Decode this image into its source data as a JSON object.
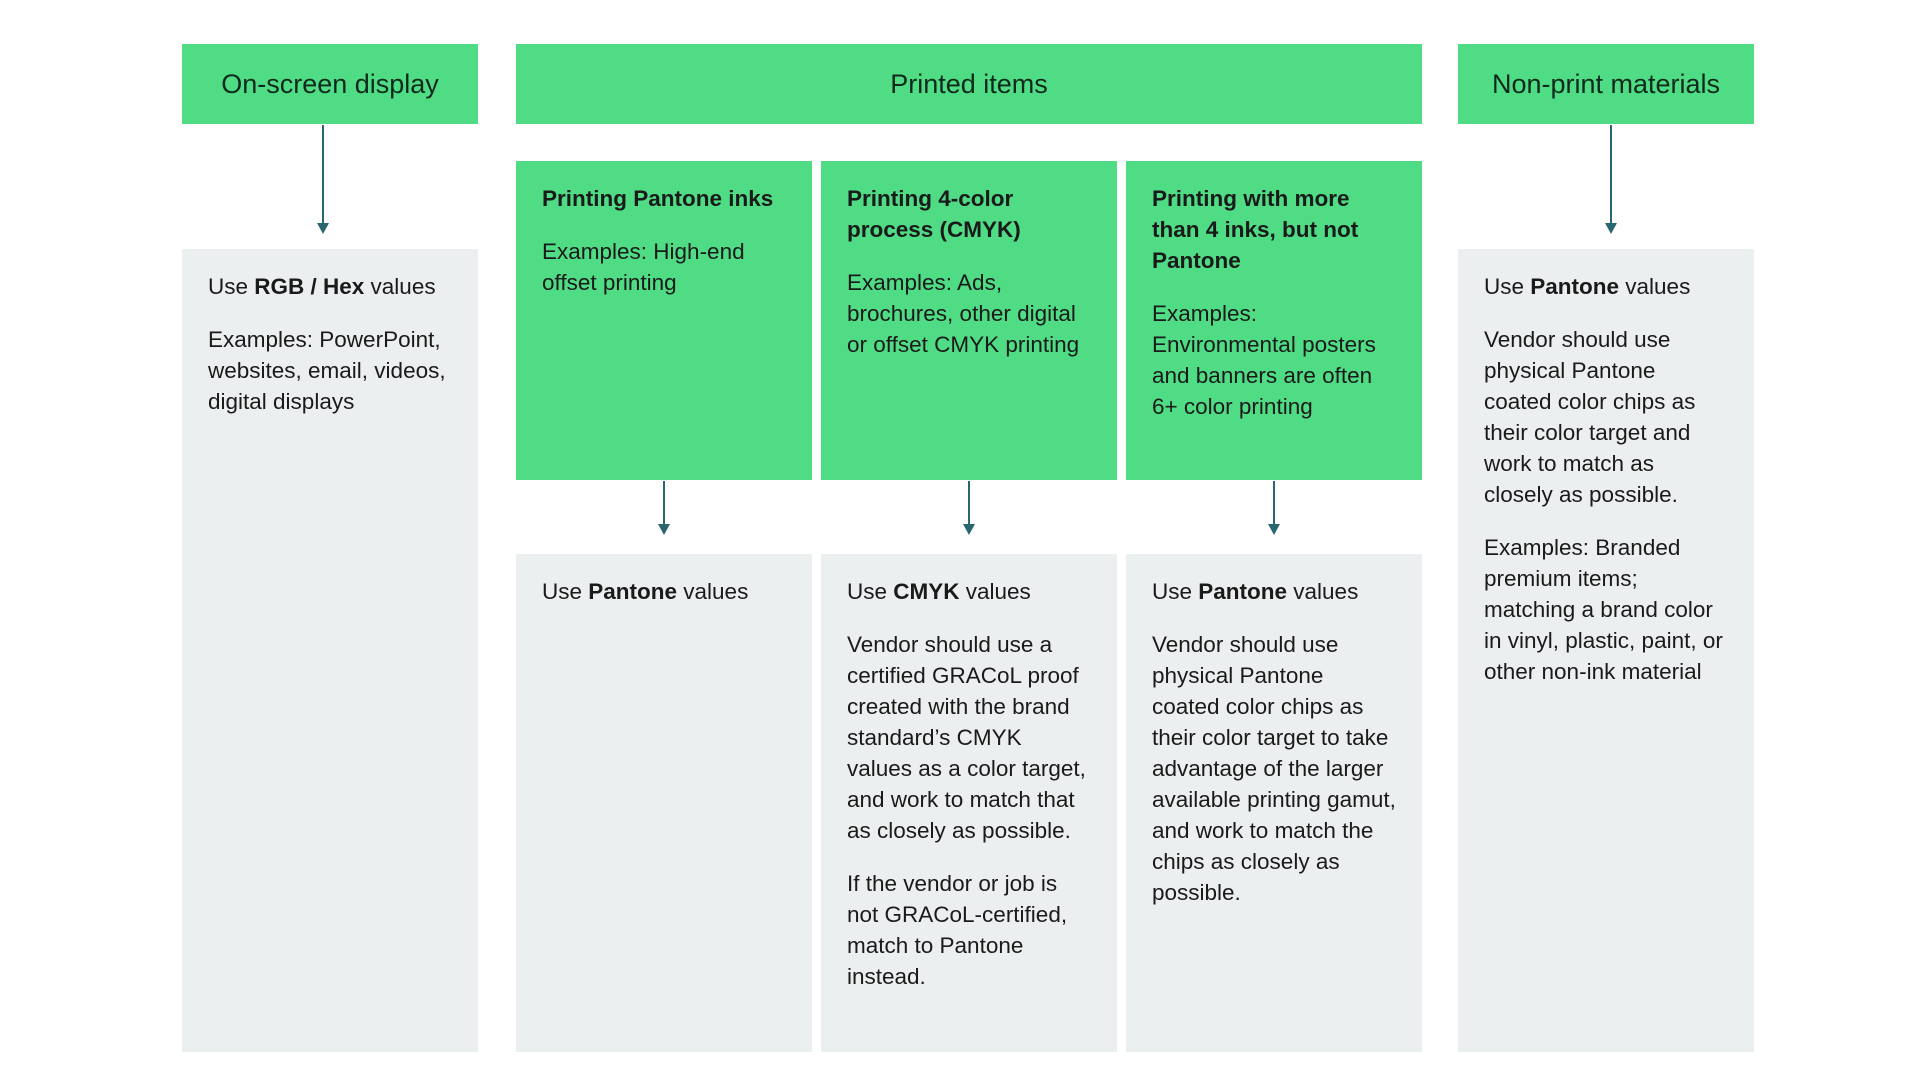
{
  "headers": {
    "onscreen": "On-screen display",
    "printed": "Printed items",
    "nonprint": "Non-print materials"
  },
  "print_methods": [
    {
      "title": "Printing Pantone inks",
      "examples": "Examples: High-end offset printing"
    },
    {
      "title": "Printing 4-color process (CMYK)",
      "examples": "Examples: Ads, brochures, other digital or offset CMYK printing"
    },
    {
      "title": "Printing with more than 4 inks, but not Pantone",
      "examples": "Examples: Environmental posters and banners are often 6+ color printing"
    }
  ],
  "results": {
    "onscreen": {
      "use_prefix": "Use ",
      "use_value": "RGB / Hex",
      "use_suffix": " values",
      "paragraphs": [
        "Examples: PowerPoint, websites, email, videos, digital displays"
      ]
    },
    "pantone_inks": {
      "use_prefix": "Use ",
      "use_value": "Pantone",
      "use_suffix": " values",
      "paragraphs": []
    },
    "cmyk": {
      "use_prefix": "Use ",
      "use_value": "CMYK",
      "use_suffix": " values",
      "paragraphs": [
        "Vendor should use a certified GRACoL proof created with the brand standard’s CMYK values as a color target, and work to match that as closely as possible.",
        "If the vendor or job is not GRACoL-certified, match to Pantone instead."
      ]
    },
    "more_inks": {
      "use_prefix": "Use ",
      "use_value": "Pantone",
      "use_suffix": " values",
      "paragraphs": [
        "Vendor should use physical Pantone coated color chips as their color target to take advantage of the larger available printing gamut, and work to match the chips as closely as possible."
      ]
    },
    "nonprint": {
      "use_prefix": "Use ",
      "use_value": "Pantone",
      "use_suffix": " values",
      "paragraphs": [
        "Vendor should use physical Pantone coated color chips as their color target and work to match as closely as possible.",
        "Examples: Branded premium items; matching a brand color in vinyl, plastic, paint, or other non-ink material"
      ]
    }
  },
  "colors": {
    "header_green": "#4fdc85",
    "panel_gray": "#eceff0",
    "arrow": "#2a6670"
  }
}
